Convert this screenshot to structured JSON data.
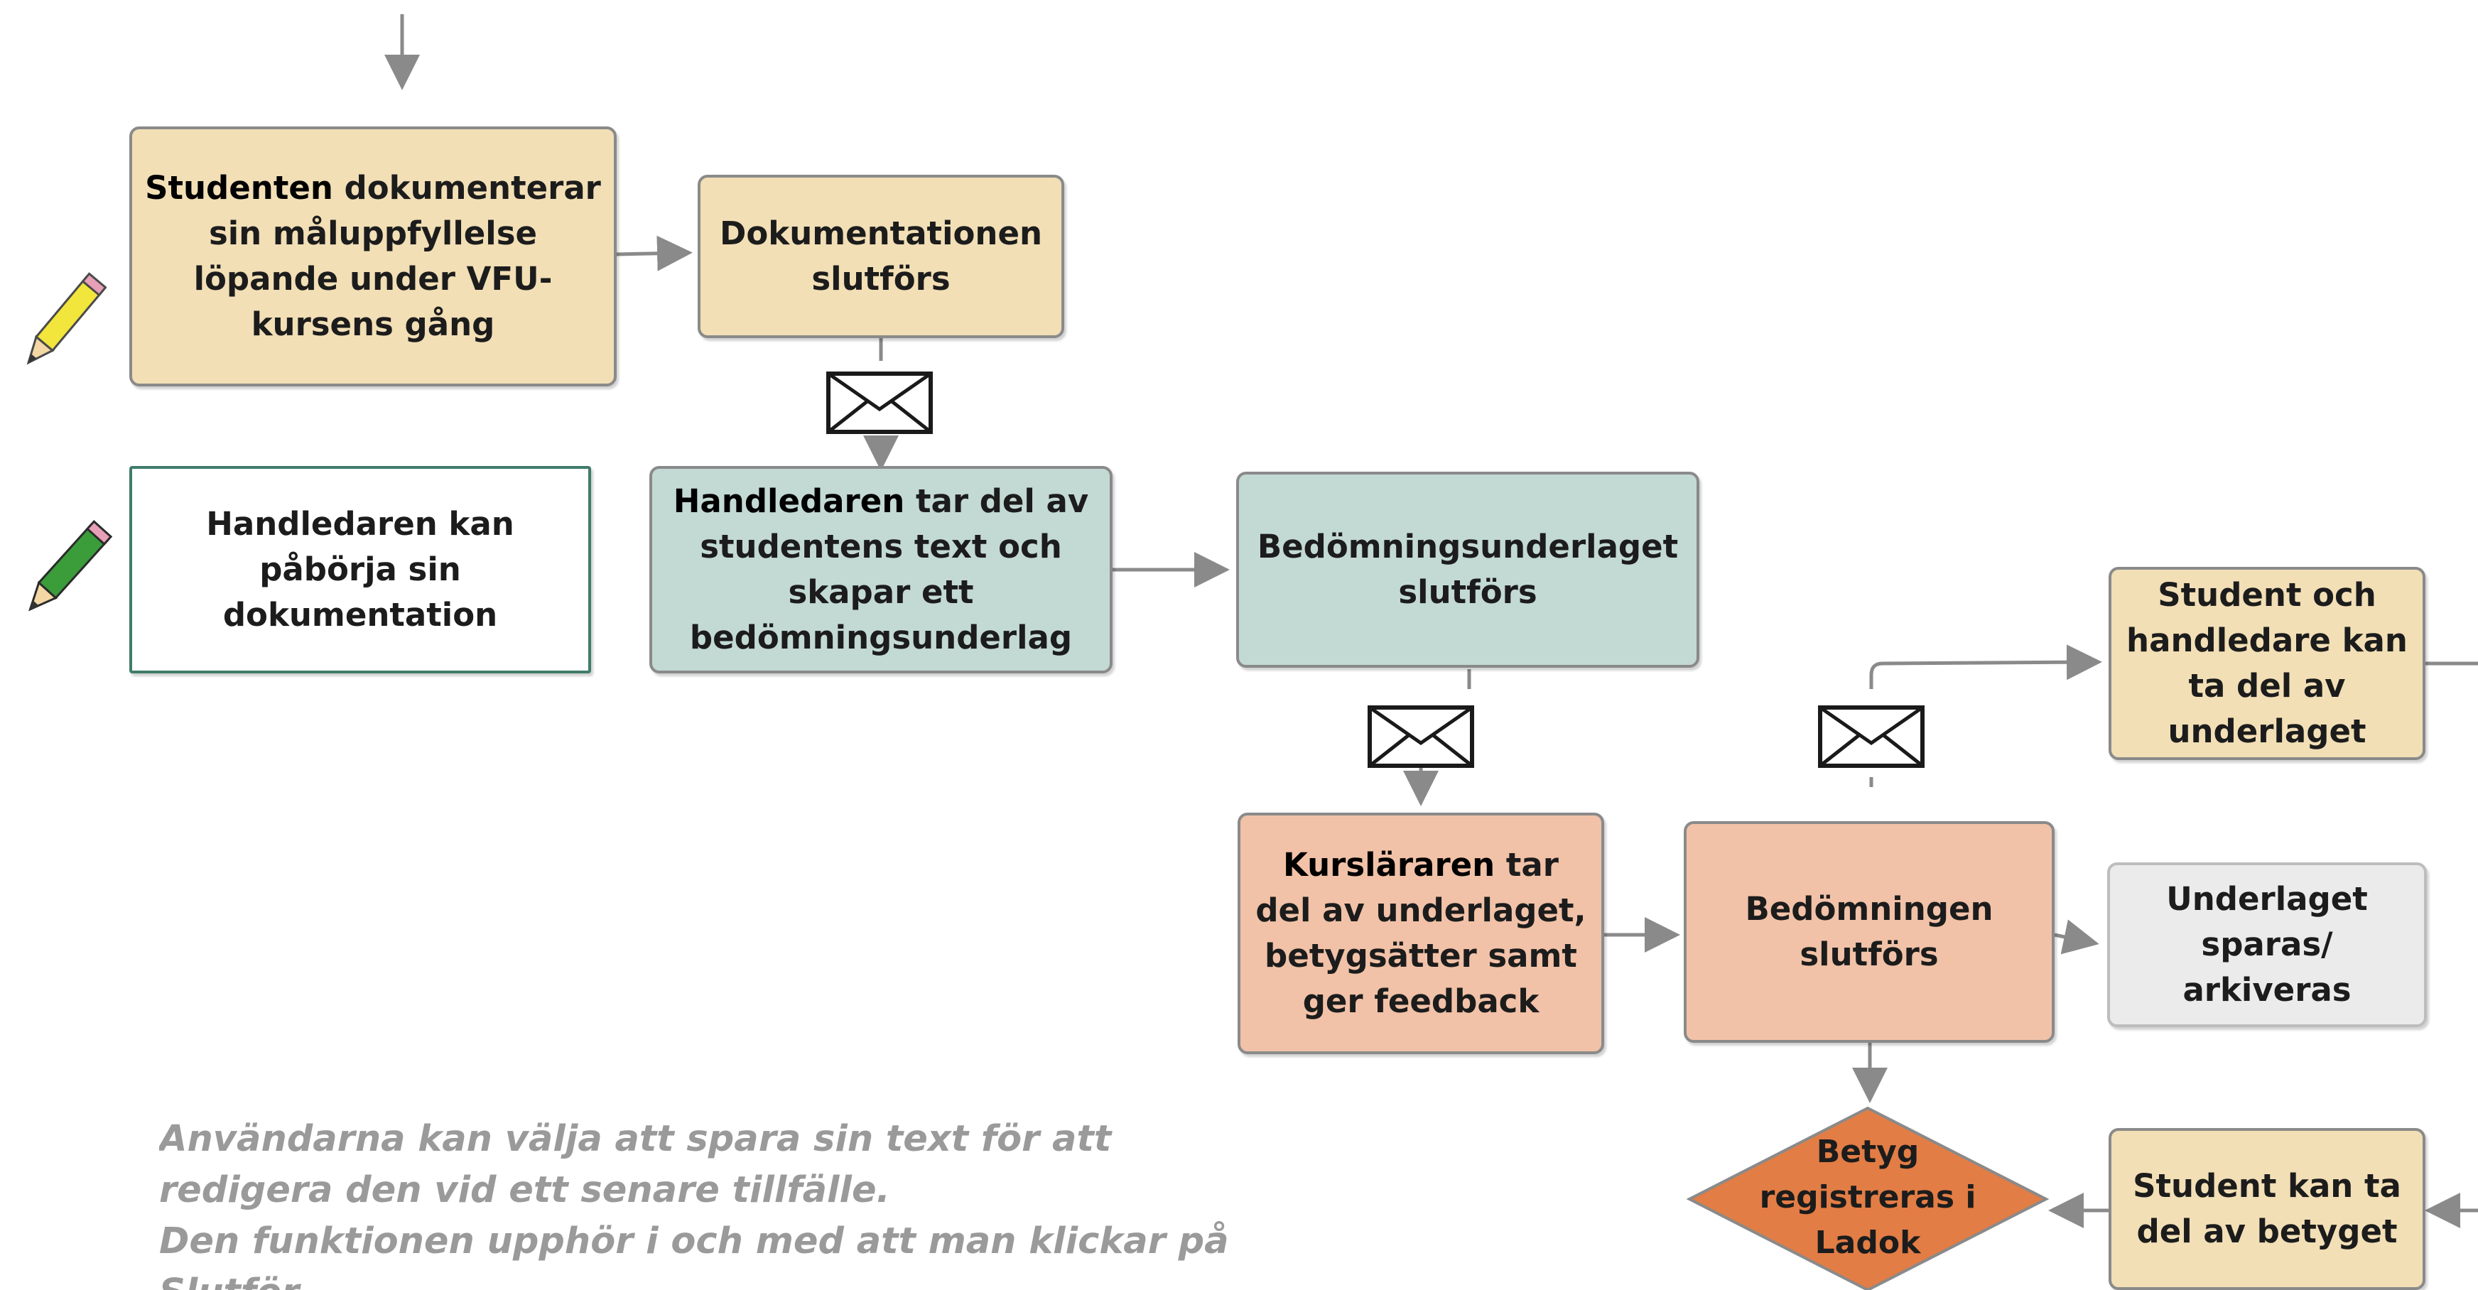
{
  "boxes": {
    "b1": {
      "bold": "Studenten",
      "rest": " dokumenterar sin måluppfyllelse löpande under VFU-kursens gång"
    },
    "b2": {
      "text": "Dokumentationen slutförs"
    },
    "b3": {
      "text": "Handledaren kan påbörja sin dokumentation"
    },
    "b4": {
      "bold": "Handledaren",
      "rest": " tar del av studentens text och skapar ett bedömningsunderlag"
    },
    "b5": {
      "text": "Bedömningsunderlaget slutförs"
    },
    "b6": {
      "text": "Student och handledare kan ta del av underlaget"
    },
    "b7": {
      "bold": "Kursläraren",
      "rest": " tar del av underlaget, betygsätter samt ger feedback"
    },
    "b8": {
      "text": "Bedömningen slutförs"
    },
    "b9": {
      "text": "Underlaget sparas/ arkiveras"
    },
    "b10": {
      "text": "Student kan ta del av betyget"
    },
    "diamond": {
      "line1": "Betyg",
      "line2": "registreras i",
      "line3": "Ladok"
    }
  },
  "note": {
    "line1": "Användarna kan välja att spara sin text för att",
    "line2": "redigera den vid ett senare tillfälle.",
    "line3": "Den funktionen upphör i och med att man klickar på",
    "line4": "Slutför."
  },
  "icons": [
    "pencil-yellow-icon",
    "pencil-green-icon",
    "envelope-icon"
  ],
  "colors": {
    "beige": "#f2dfb6",
    "teal": "#c3d9d4",
    "salmon": "#f1c2a8",
    "grey": "#ebebeb",
    "diamond": "#e27d45",
    "arrow": "#8a8a8a"
  }
}
